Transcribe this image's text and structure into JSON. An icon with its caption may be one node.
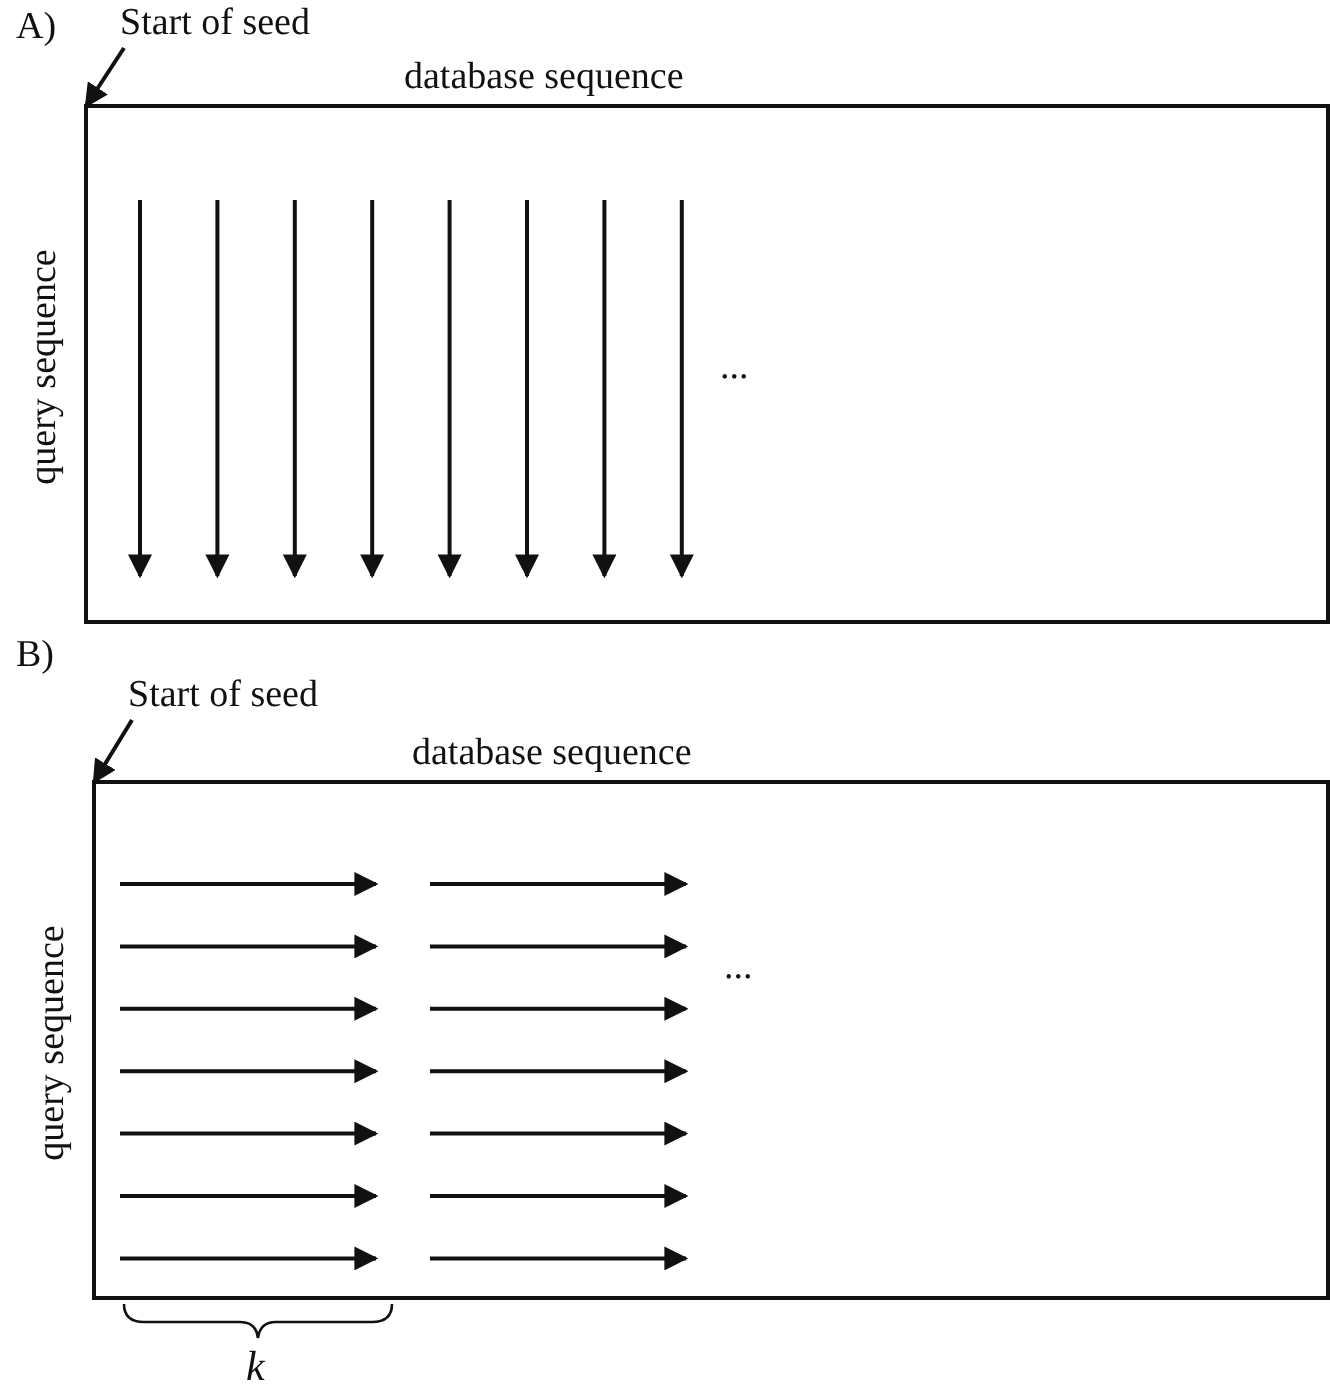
{
  "diagram": {
    "nodes": [
      {
        "text": [
          "Start of seed"
        ]
      },
      {
        "text": [
          "database sequence",
          "query sequence"
        ]
      },
      {
        "text": [
          "Start of seed"
        ]
      },
      {
        "text": [
          "database sequence",
          "query sequence"
        ]
      }
    ],
    "edges": [
      {
        "from": 0,
        "to": 1,
        "arrow": "to"
      },
      {
        "from": 2,
        "to": 3,
        "arrow": "to"
      }
    ],
    "labels": [
      "A)",
      "...",
      "B)",
      "...",
      "k"
    ]
  }
}
